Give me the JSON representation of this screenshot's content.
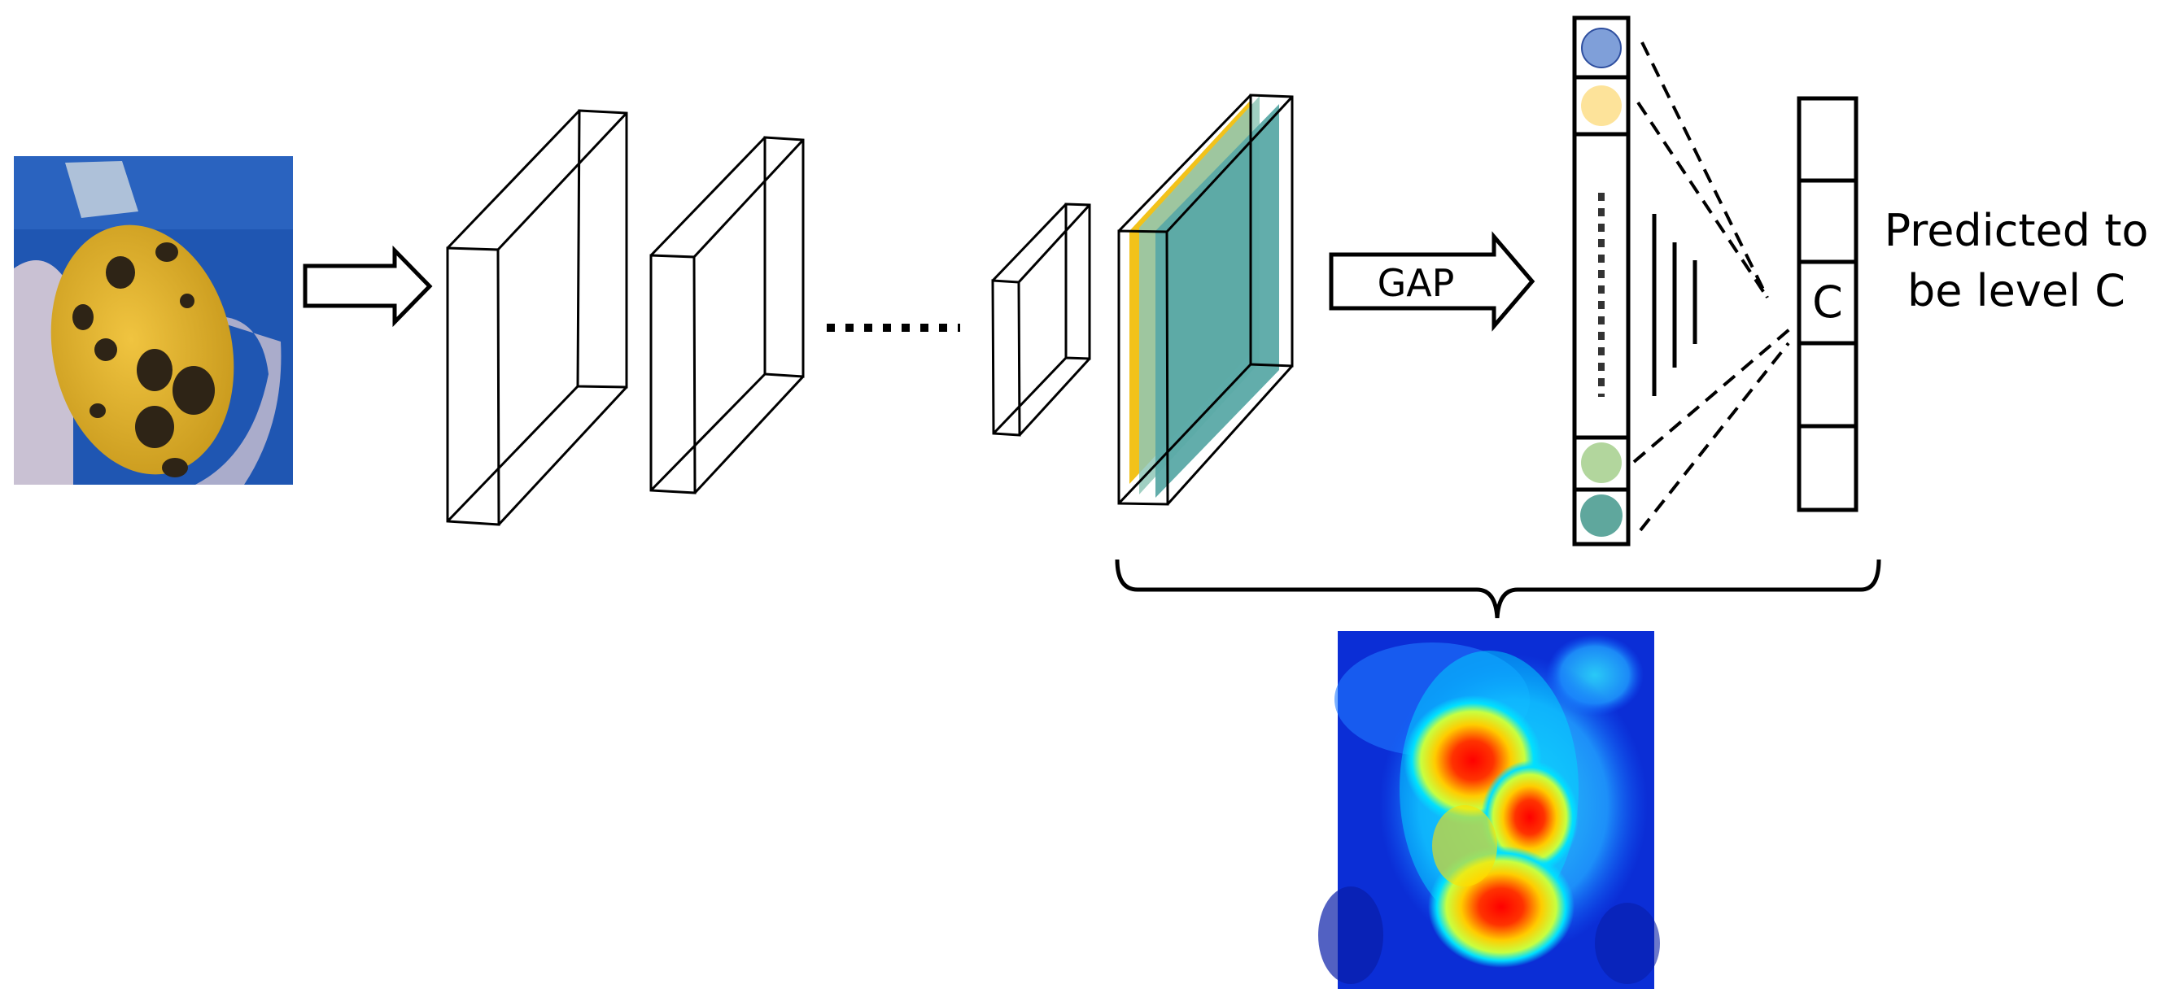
{
  "labels": {
    "gap": "GAP",
    "prediction_line1": "Predicted to",
    "prediction_line2": "be level C",
    "output_class": "C"
  },
  "colors": {
    "stroke": "#000000",
    "feature_yellow": "#f2c21a",
    "feature_teal": "#5aa9a6",
    "feature_light_teal": "#8fc7b7",
    "node_blue": "#7f9fd9",
    "node_yellow": "#fde39a",
    "node_green": "#b2d69d",
    "node_teal": "#5fa79d",
    "photo_background": "#1f56b2",
    "egg_yellow": "#e3b229",
    "egg_spot": "#2e2416",
    "heatmap_background": "#0b2ed6"
  },
  "icons": {
    "input_photo": "yellow-egg-photo-icon",
    "heatmap": "class-activation-heatmap-icon"
  }
}
